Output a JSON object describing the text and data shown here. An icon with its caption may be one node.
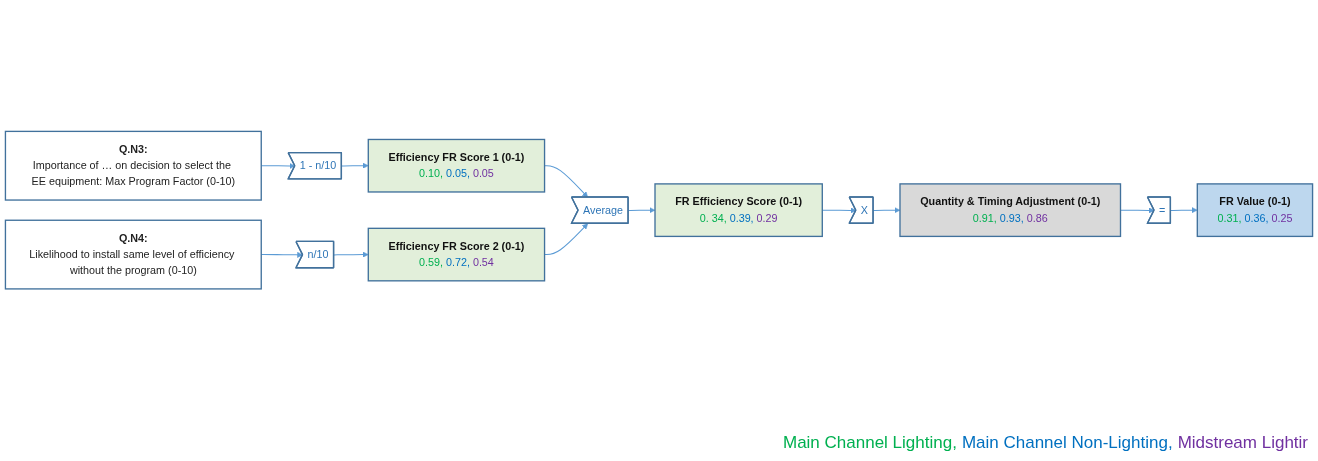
{
  "diagram": {
    "nodes": [
      {
        "text": [
          "Q.N3:",
          "Importance of … on decision to select the EE equipment: Max Program Factor (0-10)"
        ]
      },
      {
        "text": [
          "1 - n/10"
        ]
      },
      {
        "text": [
          "Efficiency FR Score 1 (0-1)",
          "0.10, 0.05, 0.05"
        ]
      },
      {
        "text": [
          "Q.N4:",
          "Likelihood to install same level of efficiency without the program (0-10)"
        ]
      },
      {
        "text": [
          "n/10"
        ]
      },
      {
        "text": [
          "Efficiency FR Score 2 (0-1)",
          "0.59, 0.72, 0.54"
        ]
      },
      {
        "text": [
          "Average"
        ]
      },
      {
        "text": [
          "FR Efficiency Score (0-1)",
          "0. 34, 0.39, 0.29"
        ]
      },
      {
        "text": [
          "X"
        ]
      },
      {
        "text": [
          "Quantity & Timing Adjustment (0-1)",
          "0.91, 0.93, 0.86"
        ]
      },
      {
        "text": [
          "="
        ]
      },
      {
        "text": [
          "FR Value (0-1)",
          "0.31, 0.36, 0.25"
        ]
      }
    ],
    "edges": [
      {
        "from": 0,
        "to": 1,
        "arrow": "to"
      },
      {
        "from": 1,
        "to": 2,
        "arrow": "to"
      },
      {
        "from": 3,
        "to": 4,
        "arrow": "to"
      },
      {
        "from": 4,
        "to": 5,
        "arrow": "to"
      },
      {
        "from": 2,
        "to": 6,
        "arrow": "to"
      },
      {
        "from": 5,
        "to": 6,
        "arrow": "to"
      },
      {
        "from": 6,
        "to": 7,
        "arrow": "to"
      },
      {
        "from": 7,
        "to": 8,
        "arrow": "to"
      },
      {
        "from": 8,
        "to": 9,
        "arrow": "to"
      },
      {
        "from": 9,
        "to": 10,
        "arrow": "to"
      },
      {
        "from": 10,
        "to": 11,
        "arrow": "to"
      }
    ],
    "legend": [
      {
        "text": "Main Channel Lighting,",
        "color": "#00b050"
      },
      {
        "text": "Main Channel Non-Lighting,",
        "color": "#0070c0"
      },
      {
        "text": "Midstream Lightir",
        "color": "#7030a0"
      }
    ]
  }
}
